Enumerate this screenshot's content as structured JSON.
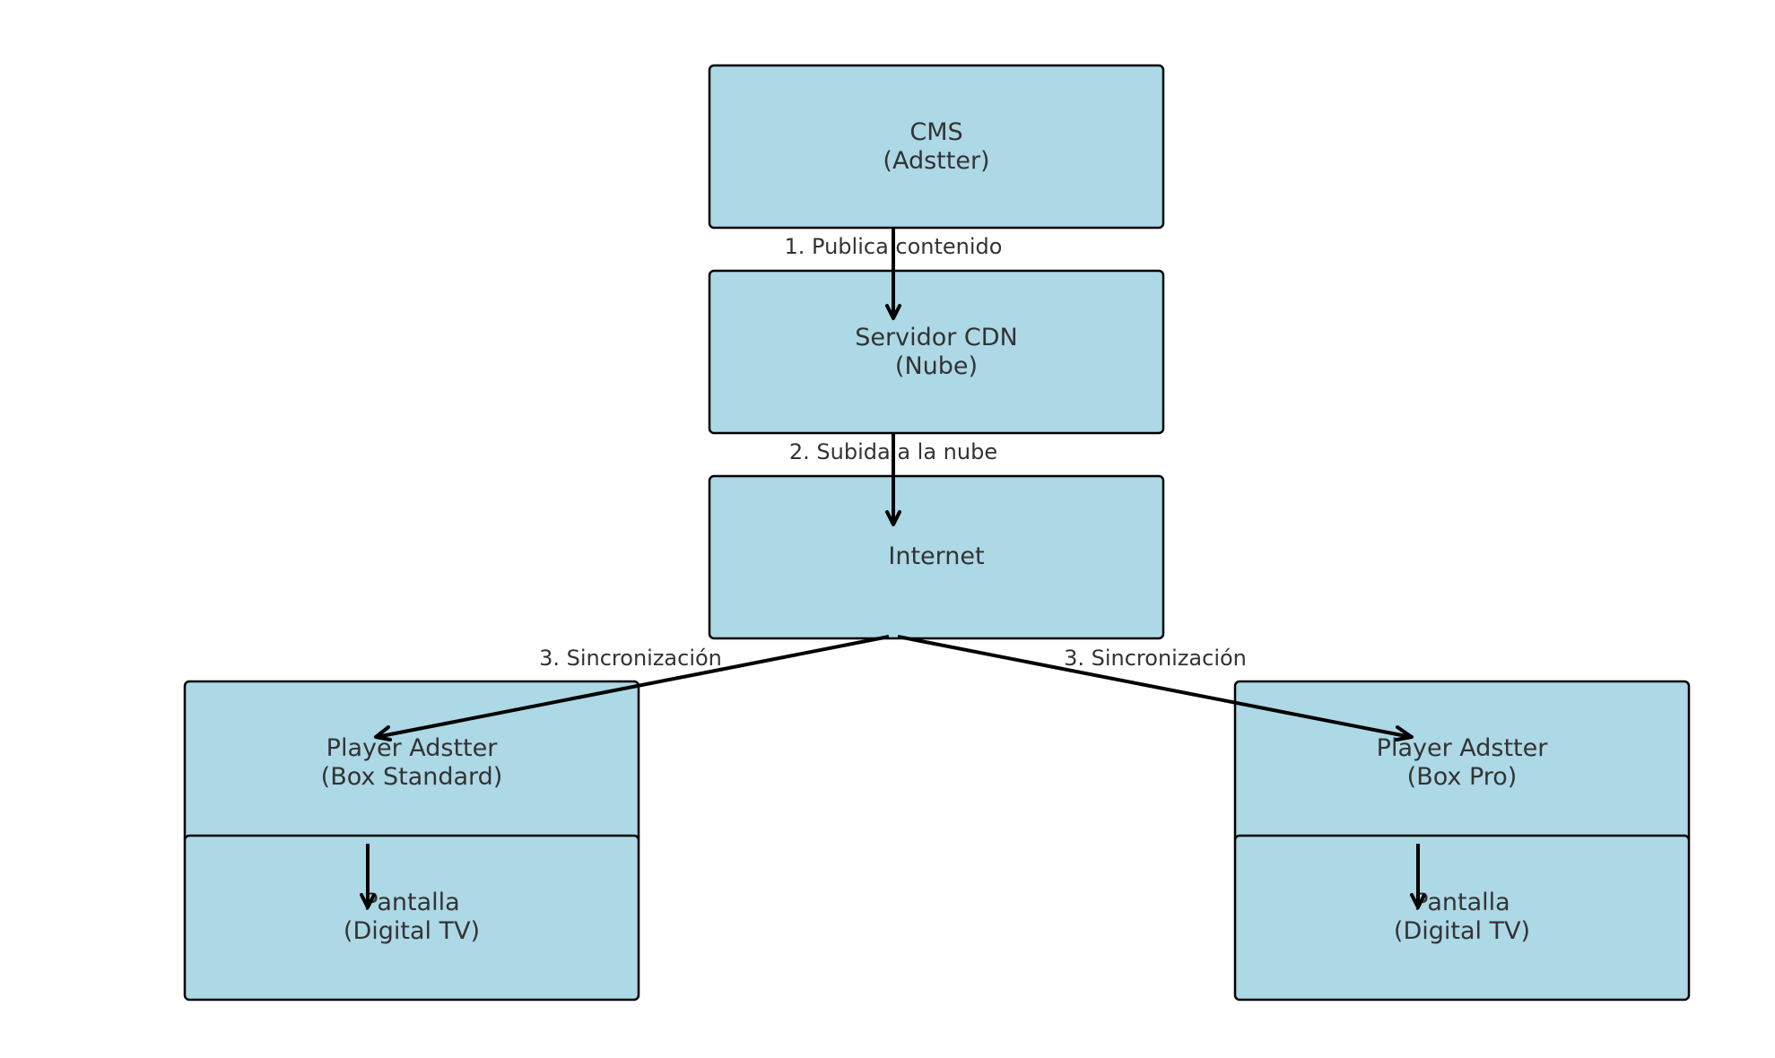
{
  "nodes": {
    "cms": {
      "line1": "CMS",
      "line2": "(Adstter)"
    },
    "cdn": {
      "line1": "Servidor CDN",
      "line2": "(Nube)"
    },
    "internet": {
      "line1": "Internet"
    },
    "player_standard": {
      "line1": "Player Adstter",
      "line2": "(Box Standard)"
    },
    "screen_left": {
      "line1": "Pantalla",
      "line2": "(Digital TV)"
    },
    "player_pro": {
      "line1": "Player Adstter",
      "line2": "(Box Pro)"
    },
    "screen_right": {
      "line1": "Pantalla",
      "line2": "(Digital TV)"
    }
  },
  "edges": {
    "publish": {
      "label": "1. Publica contenido"
    },
    "upload": {
      "label": "2. Subida a la nube"
    },
    "sync_left": {
      "label": "3. Sincronización"
    },
    "sync_right": {
      "label": "3. Sincronización"
    }
  },
  "colors": {
    "box_fill": "#add8e6",
    "box_stroke": "#000000",
    "text": "#333333",
    "arrow": "#000000"
  }
}
